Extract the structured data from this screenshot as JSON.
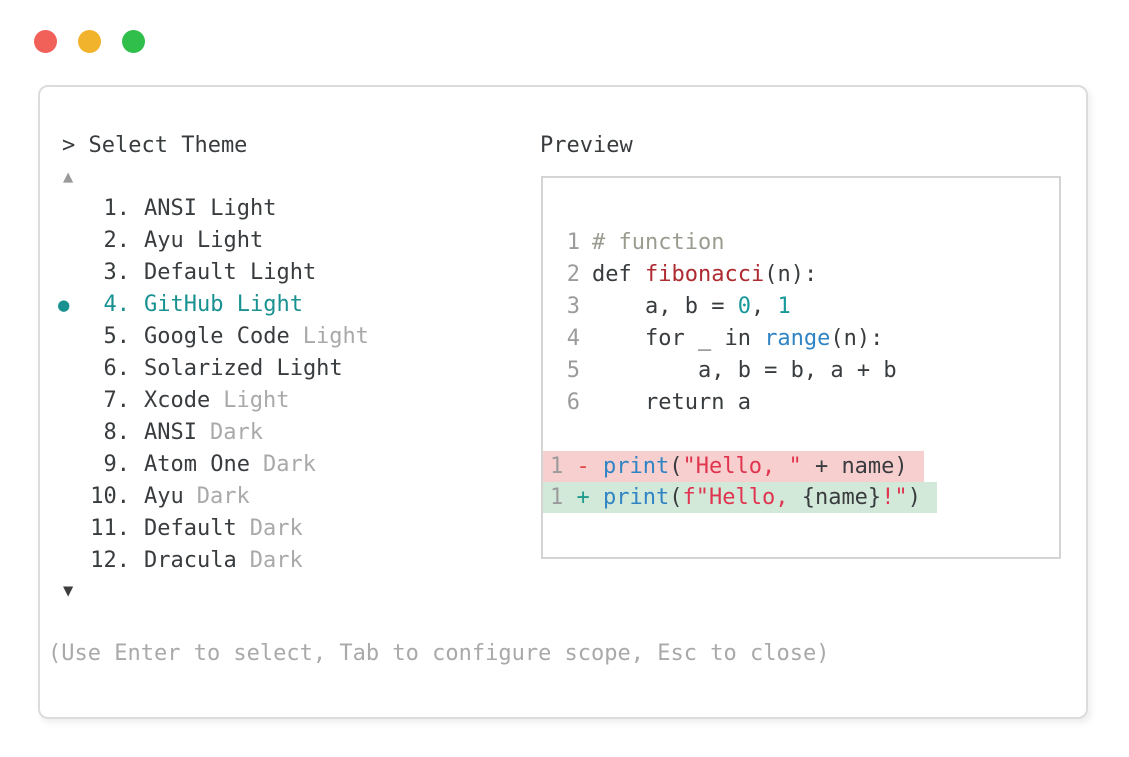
{
  "window": {
    "traffic_lights": [
      {
        "name": "close",
        "color": "#f2605a"
      },
      {
        "name": "minimize",
        "color": "#f2b32c"
      },
      {
        "name": "zoom",
        "color": "#2fbf4a"
      }
    ]
  },
  "theme_picker": {
    "prompt": "> Select Theme",
    "scroll_up_indicator": "▲",
    "scroll_down_indicator": "▼",
    "selected_marker": "●",
    "items": [
      {
        "number": "1.",
        "name": "ANSI Light",
        "variant": "",
        "selected": false
      },
      {
        "number": "2.",
        "name": "Ayu Light",
        "variant": "",
        "selected": false
      },
      {
        "number": "3.",
        "name": "Default Light",
        "variant": "",
        "selected": false
      },
      {
        "number": "4.",
        "name": "GitHub Light",
        "variant": "",
        "selected": true
      },
      {
        "number": "5.",
        "name": "Google Code",
        "variant": "Light",
        "selected": false
      },
      {
        "number": "6.",
        "name": "Solarized Light",
        "variant": "",
        "selected": false
      },
      {
        "number": "7.",
        "name": "Xcode",
        "variant": "Light",
        "selected": false
      },
      {
        "number": "8.",
        "name": "ANSI",
        "variant": "Dark",
        "selected": false
      },
      {
        "number": "9.",
        "name": "Atom One",
        "variant": "Dark",
        "selected": false
      },
      {
        "number": "10.",
        "name": "Ayu",
        "variant": "Dark",
        "selected": false
      },
      {
        "number": "11.",
        "name": "Default",
        "variant": "Dark",
        "selected": false
      },
      {
        "number": "12.",
        "name": "Dracula",
        "variant": "Dark",
        "selected": false
      }
    ],
    "help_text": "(Use Enter to select, Tab to configure scope, Esc to close)"
  },
  "preview": {
    "title": "Preview",
    "code_lines": [
      {
        "number": "1",
        "tokens": [
          {
            "text": "# function",
            "color": "comment"
          }
        ]
      },
      {
        "number": "2",
        "tokens": [
          {
            "text": "def ",
            "color": "text"
          },
          {
            "text": "fibonacci",
            "color": "function"
          },
          {
            "text": "(n):",
            "color": "text"
          }
        ]
      },
      {
        "number": "3",
        "tokens": [
          {
            "text": "    a, b = ",
            "color": "text"
          },
          {
            "text": "0",
            "color": "number"
          },
          {
            "text": ", ",
            "color": "text"
          },
          {
            "text": "1",
            "color": "number"
          }
        ]
      },
      {
        "number": "4",
        "tokens": [
          {
            "text": "    for _ in ",
            "color": "text"
          },
          {
            "text": "range",
            "color": "builtin"
          },
          {
            "text": "(n):",
            "color": "text"
          }
        ]
      },
      {
        "number": "5",
        "tokens": [
          {
            "text": "        a, b = b, a + b",
            "color": "text"
          }
        ]
      },
      {
        "number": "6",
        "tokens": [
          {
            "text": "    return a",
            "color": "text"
          }
        ]
      }
    ],
    "diff_lines": [
      {
        "number": "1",
        "sign": "-",
        "type": "removed",
        "tokens": [
          {
            "text": "print",
            "color": "builtin"
          },
          {
            "text": "(",
            "color": "text"
          },
          {
            "text": "\"Hello, \"",
            "color": "string"
          },
          {
            "text": " + name)",
            "color": "text"
          }
        ]
      },
      {
        "number": "1",
        "sign": "+",
        "type": "added",
        "tokens": [
          {
            "text": "print",
            "color": "builtin"
          },
          {
            "text": "(",
            "color": "text"
          },
          {
            "text": "f\"Hello, ",
            "color": "string"
          },
          {
            "text": "{name}",
            "color": "text"
          },
          {
            "text": "!\"",
            "color": "string"
          },
          {
            "text": ")",
            "color": "text"
          }
        ]
      }
    ]
  },
  "colors": {
    "text": "#393c3e",
    "muted": "#a9a9a9",
    "line_number": "#9b9b9b",
    "selection_teal": "#1a9191",
    "comment": "#9a9c90",
    "function": "#ad2b31",
    "builtin": "#3084c4",
    "number": "#18989a",
    "string": "#e0344f",
    "diff_removed_sign": "#e04848",
    "diff_added_sign": "#1f9b8e",
    "diff_removed_bg": "#f8cfcf",
    "diff_added_bg": "#d2e9da"
  }
}
